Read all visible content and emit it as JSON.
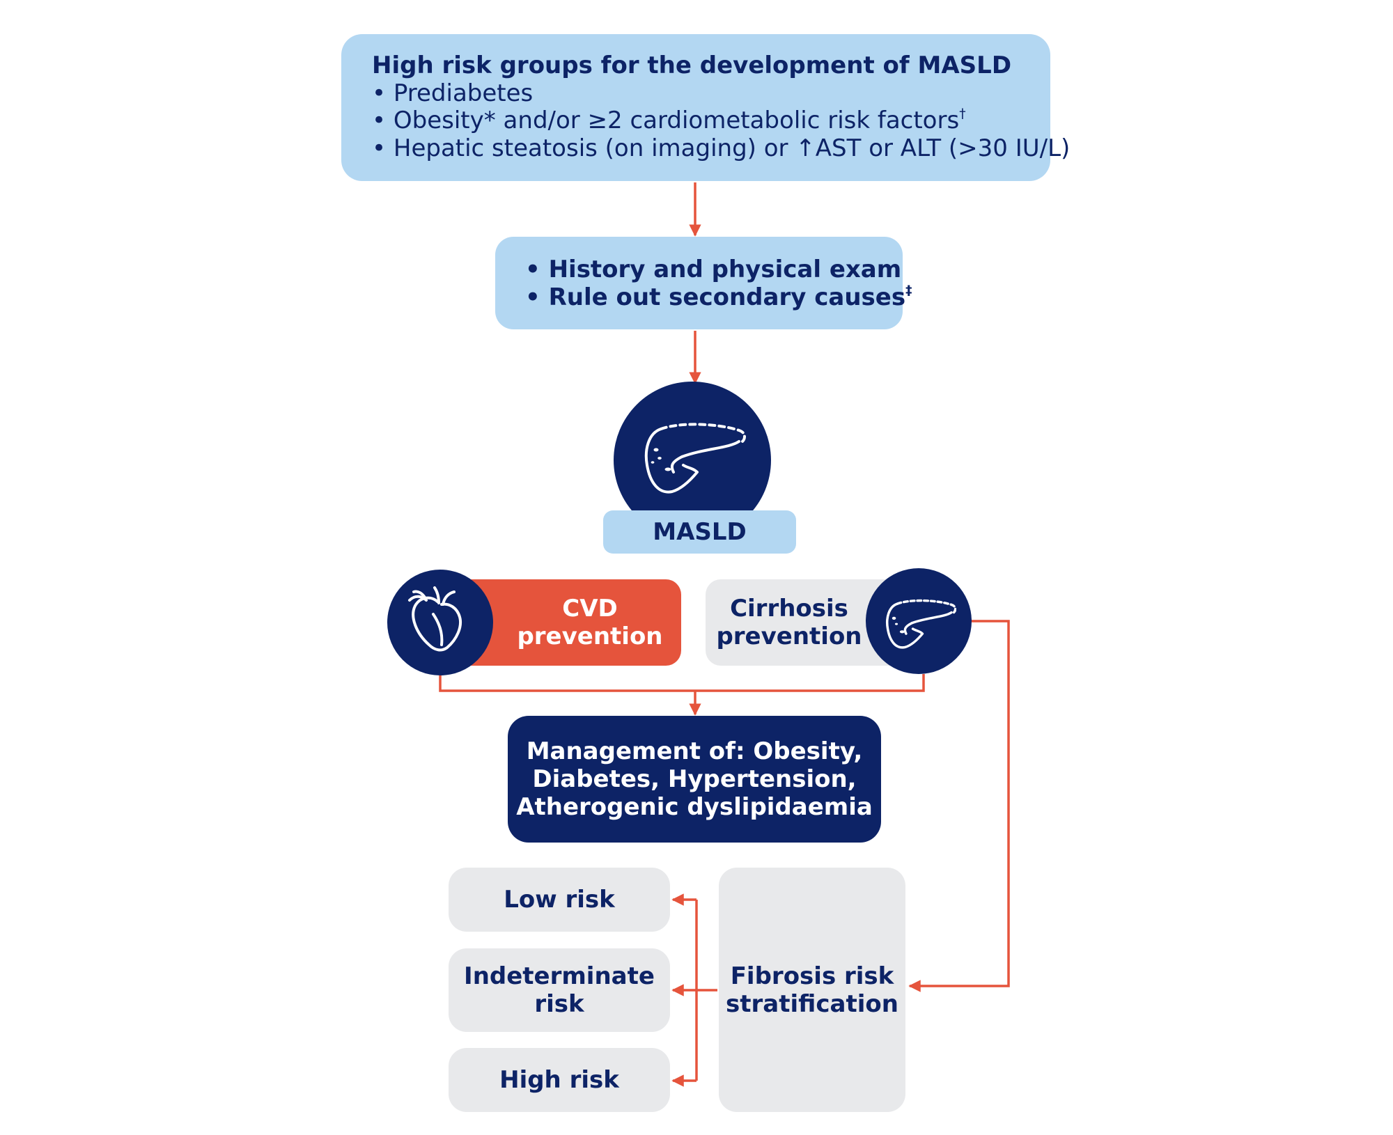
{
  "colors": {
    "navy": "#0d2366",
    "light_blue": "#b3d7f2",
    "grey": "#e8e9eb",
    "red": "#e5543c",
    "white": "#ffffff"
  },
  "top_box": {
    "title": "High risk groups for the development of MASLD",
    "bullets": [
      "Prediabetes",
      "Obesity* and/or ≥2 cardiometabolic risk factors",
      "Hepatic steatosis (on imaging) or ↑AST or ALT (>30 IU/L)"
    ],
    "bullet2_footnote": "†"
  },
  "history_box": {
    "lines": [
      "History and physical exam",
      "Rule out secondary causes"
    ],
    "footnote": "‡"
  },
  "masld": {
    "label": "MASLD",
    "icon": "liver-icon"
  },
  "cvd": {
    "lines": [
      "CVD",
      "prevention"
    ],
    "icon": "heart-icon"
  },
  "cirrhosis": {
    "lines": [
      "Cirrhosis",
      "prevention"
    ],
    "icon": "liver-icon"
  },
  "management": {
    "lines": [
      "Management of: Obesity,",
      "Diabetes, Hypertension,",
      "Atherogenic dyslipidaemia"
    ]
  },
  "fibrosis": {
    "lines": [
      "Fibrosis risk",
      "stratification"
    ]
  },
  "risk_levels": {
    "low": [
      "Low risk"
    ],
    "indeterminate": [
      "Indeterminate",
      "risk"
    ],
    "high": [
      "High risk"
    ]
  }
}
